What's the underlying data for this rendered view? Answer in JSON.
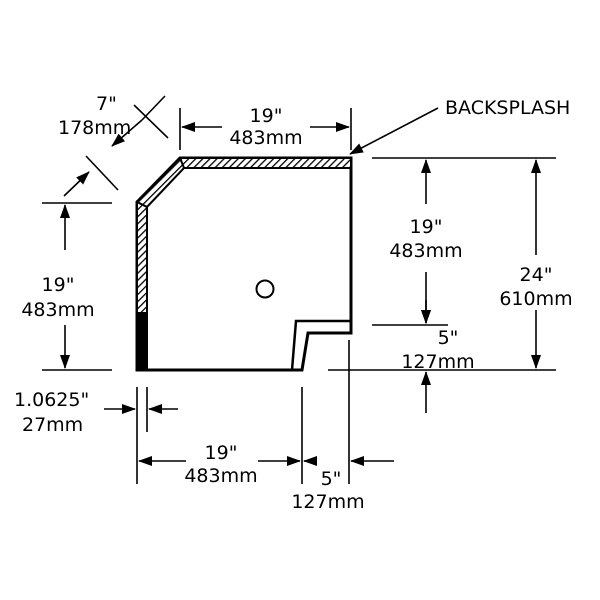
{
  "diagram": {
    "colors": {
      "ink": "#000000",
      "background": "#ffffff"
    },
    "callout_label": "BACKSPLASH",
    "dimensions": {
      "chamfer": {
        "inches": "7\"",
        "mm": "178mm"
      },
      "top_width": {
        "inches": "19\"",
        "mm": "483mm"
      },
      "left_height": {
        "inches": "19\"",
        "mm": "483mm"
      },
      "right_upper": {
        "inches": "19\"",
        "mm": "483mm"
      },
      "right_total": {
        "inches": "24\"",
        "mm": "610mm"
      },
      "right_lower": {
        "inches": "5\"",
        "mm": "127mm"
      },
      "backsplash_thickness": {
        "inches": "1.0625\"",
        "mm": "27mm"
      },
      "bottom_width": {
        "inches": "19\"",
        "mm": "483mm"
      },
      "bottom_notch": {
        "inches": "5\"",
        "mm": "127mm"
      }
    }
  }
}
